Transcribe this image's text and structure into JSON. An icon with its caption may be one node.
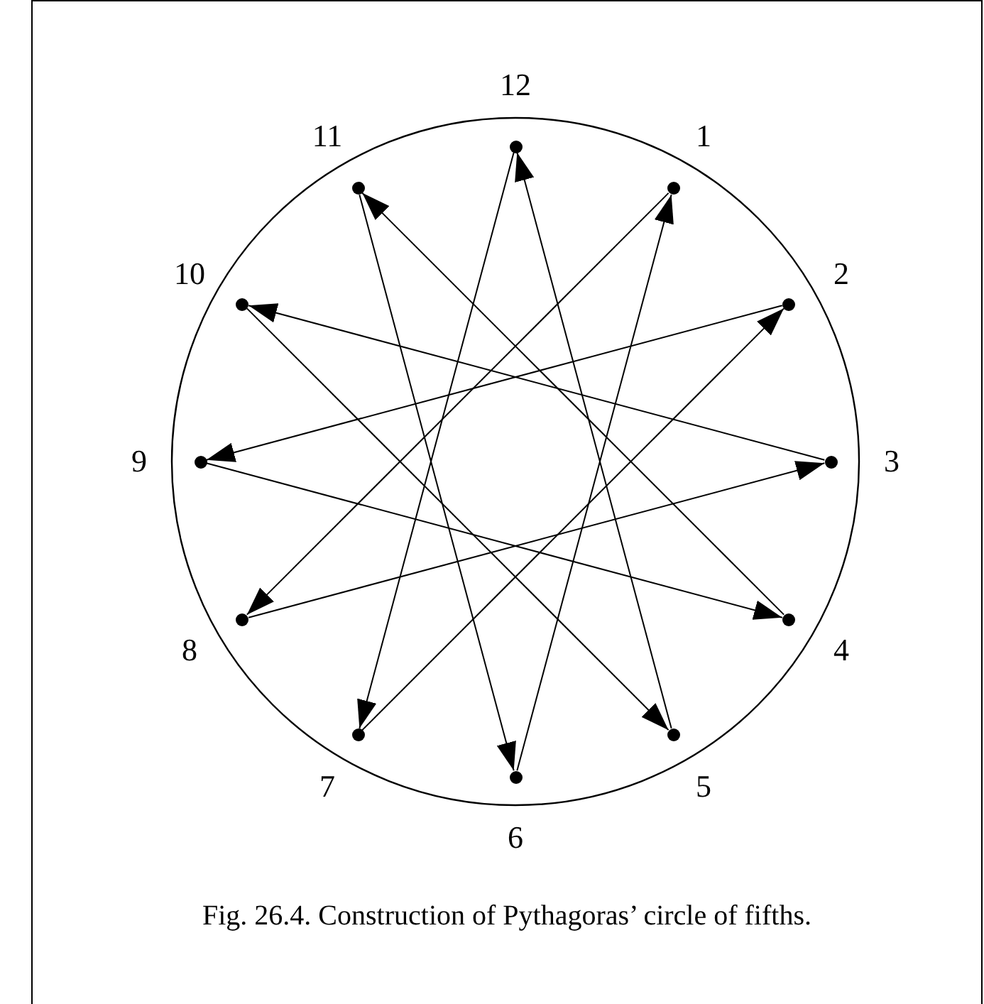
{
  "diagram": {
    "caption": "Fig. 26.4. Construction of Pythagoras’ circle of fifths.",
    "nodes": [
      {
        "text": [
          "1"
        ]
      },
      {
        "text": [
          "2"
        ]
      },
      {
        "text": [
          "3"
        ]
      },
      {
        "text": [
          "4"
        ]
      },
      {
        "text": [
          "5"
        ]
      },
      {
        "text": [
          "6"
        ]
      },
      {
        "text": [
          "7"
        ]
      },
      {
        "text": [
          "8"
        ]
      },
      {
        "text": [
          "9"
        ]
      },
      {
        "text": [
          "10"
        ]
      },
      {
        "text": [
          "11"
        ]
      },
      {
        "text": [
          "12"
        ]
      }
    ],
    "edges": [
      {
        "from": 11,
        "to": 6,
        "arrow": "to"
      },
      {
        "from": 6,
        "to": 1,
        "arrow": "to"
      },
      {
        "from": 1,
        "to": 8,
        "arrow": "to"
      },
      {
        "from": 8,
        "to": 3,
        "arrow": "to"
      },
      {
        "from": 3,
        "to": 10,
        "arrow": "to"
      },
      {
        "from": 10,
        "to": 5,
        "arrow": "to"
      },
      {
        "from": 5,
        "to": 0,
        "arrow": "to"
      },
      {
        "from": 0,
        "to": 7,
        "arrow": "to"
      },
      {
        "from": 7,
        "to": 2,
        "arrow": "to"
      },
      {
        "from": 2,
        "to": 9,
        "arrow": "to"
      },
      {
        "from": 9,
        "to": 4,
        "arrow": "to"
      },
      {
        "from": 4,
        "to": 11,
        "arrow": "to"
      }
    ]
  }
}
